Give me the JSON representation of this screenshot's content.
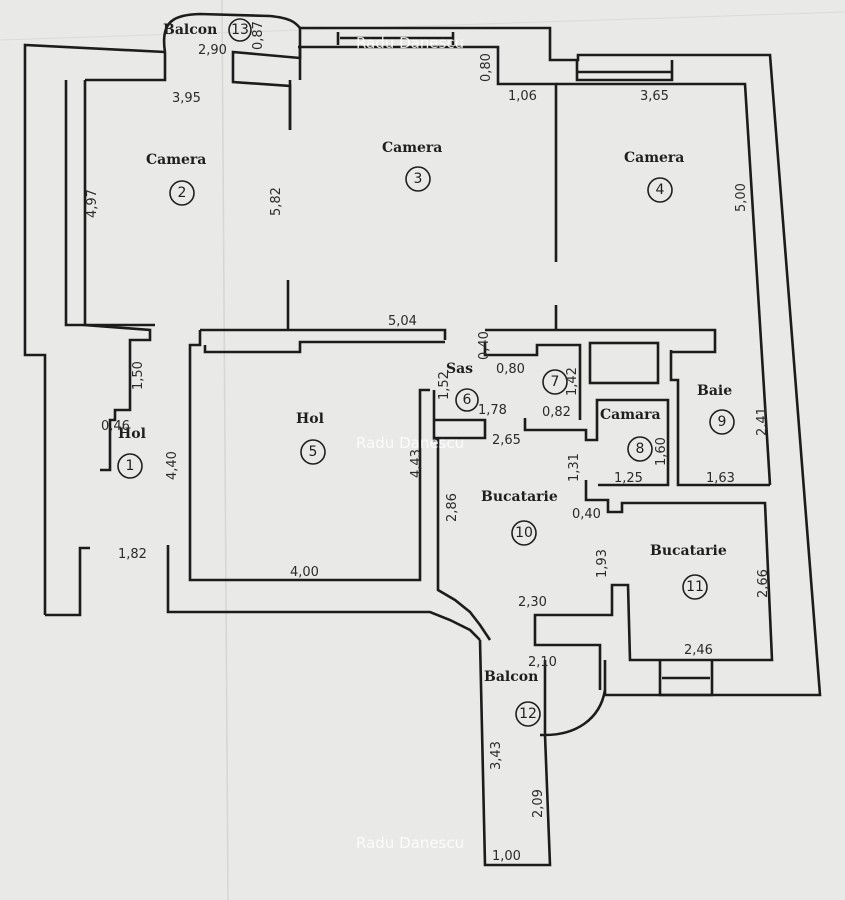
{
  "rooms": [
    {
      "name": "Hol",
      "number": "1"
    },
    {
      "name": "Camera",
      "number": "2"
    },
    {
      "name": "Camera",
      "number": "3"
    },
    {
      "name": "Camera",
      "number": "4"
    },
    {
      "name": "Hol",
      "number": "5"
    },
    {
      "name": "Sas",
      "number": "6"
    },
    {
      "name": "",
      "number": "7"
    },
    {
      "name": "Camara",
      "number": "8"
    },
    {
      "name": "Baie",
      "number": "9"
    },
    {
      "name": "Bucatarie",
      "number": "10"
    },
    {
      "name": "Bucatarie",
      "number": "11"
    },
    {
      "name": "Balcon",
      "number": "12"
    },
    {
      "name": "Balcon",
      "number": "13"
    }
  ],
  "dimensions": {
    "d_2_90": "2,90",
    "d_0_87": "0,87",
    "d_3_95": "3,95",
    "d_0_80a": "0,80",
    "d_1_06": "1,06",
    "d_3_65": "3,65",
    "d_4_97": "4,97",
    "d_5_82": "5,82",
    "d_5_00": "5,00",
    "d_5_04": "5,04",
    "d_0_40a": "0,40",
    "d_0_80b": "0,80",
    "d_1_42": "1,42",
    "d_1_52": "1,52",
    "d_1_78": "1,78",
    "d_0_82": "0,82",
    "d_1_60": "1,60",
    "d_2_41": "2,41",
    "d_1_50": "1,50",
    "d_0_46": "0,46",
    "d_4_40": "4,40",
    "d_2_65": "2,65",
    "d_4_43": "4,43",
    "d_1_31": "1,31",
    "d_1_25": "1,25",
    "d_1_63": "1,63",
    "d_0_40b": "0,40",
    "d_2_86": "2,86",
    "d_1_82": "1,82",
    "d_4_00": "4,00",
    "d_1_93": "1,93",
    "d_2_66": "2,66",
    "d_2_30": "2,30",
    "d_2_46": "2,46",
    "d_2_10": "2,10",
    "d_3_43": "3,43",
    "d_2_09": "2,09",
    "d_1_00": "1,00"
  },
  "watermark": "Radu Danescu"
}
